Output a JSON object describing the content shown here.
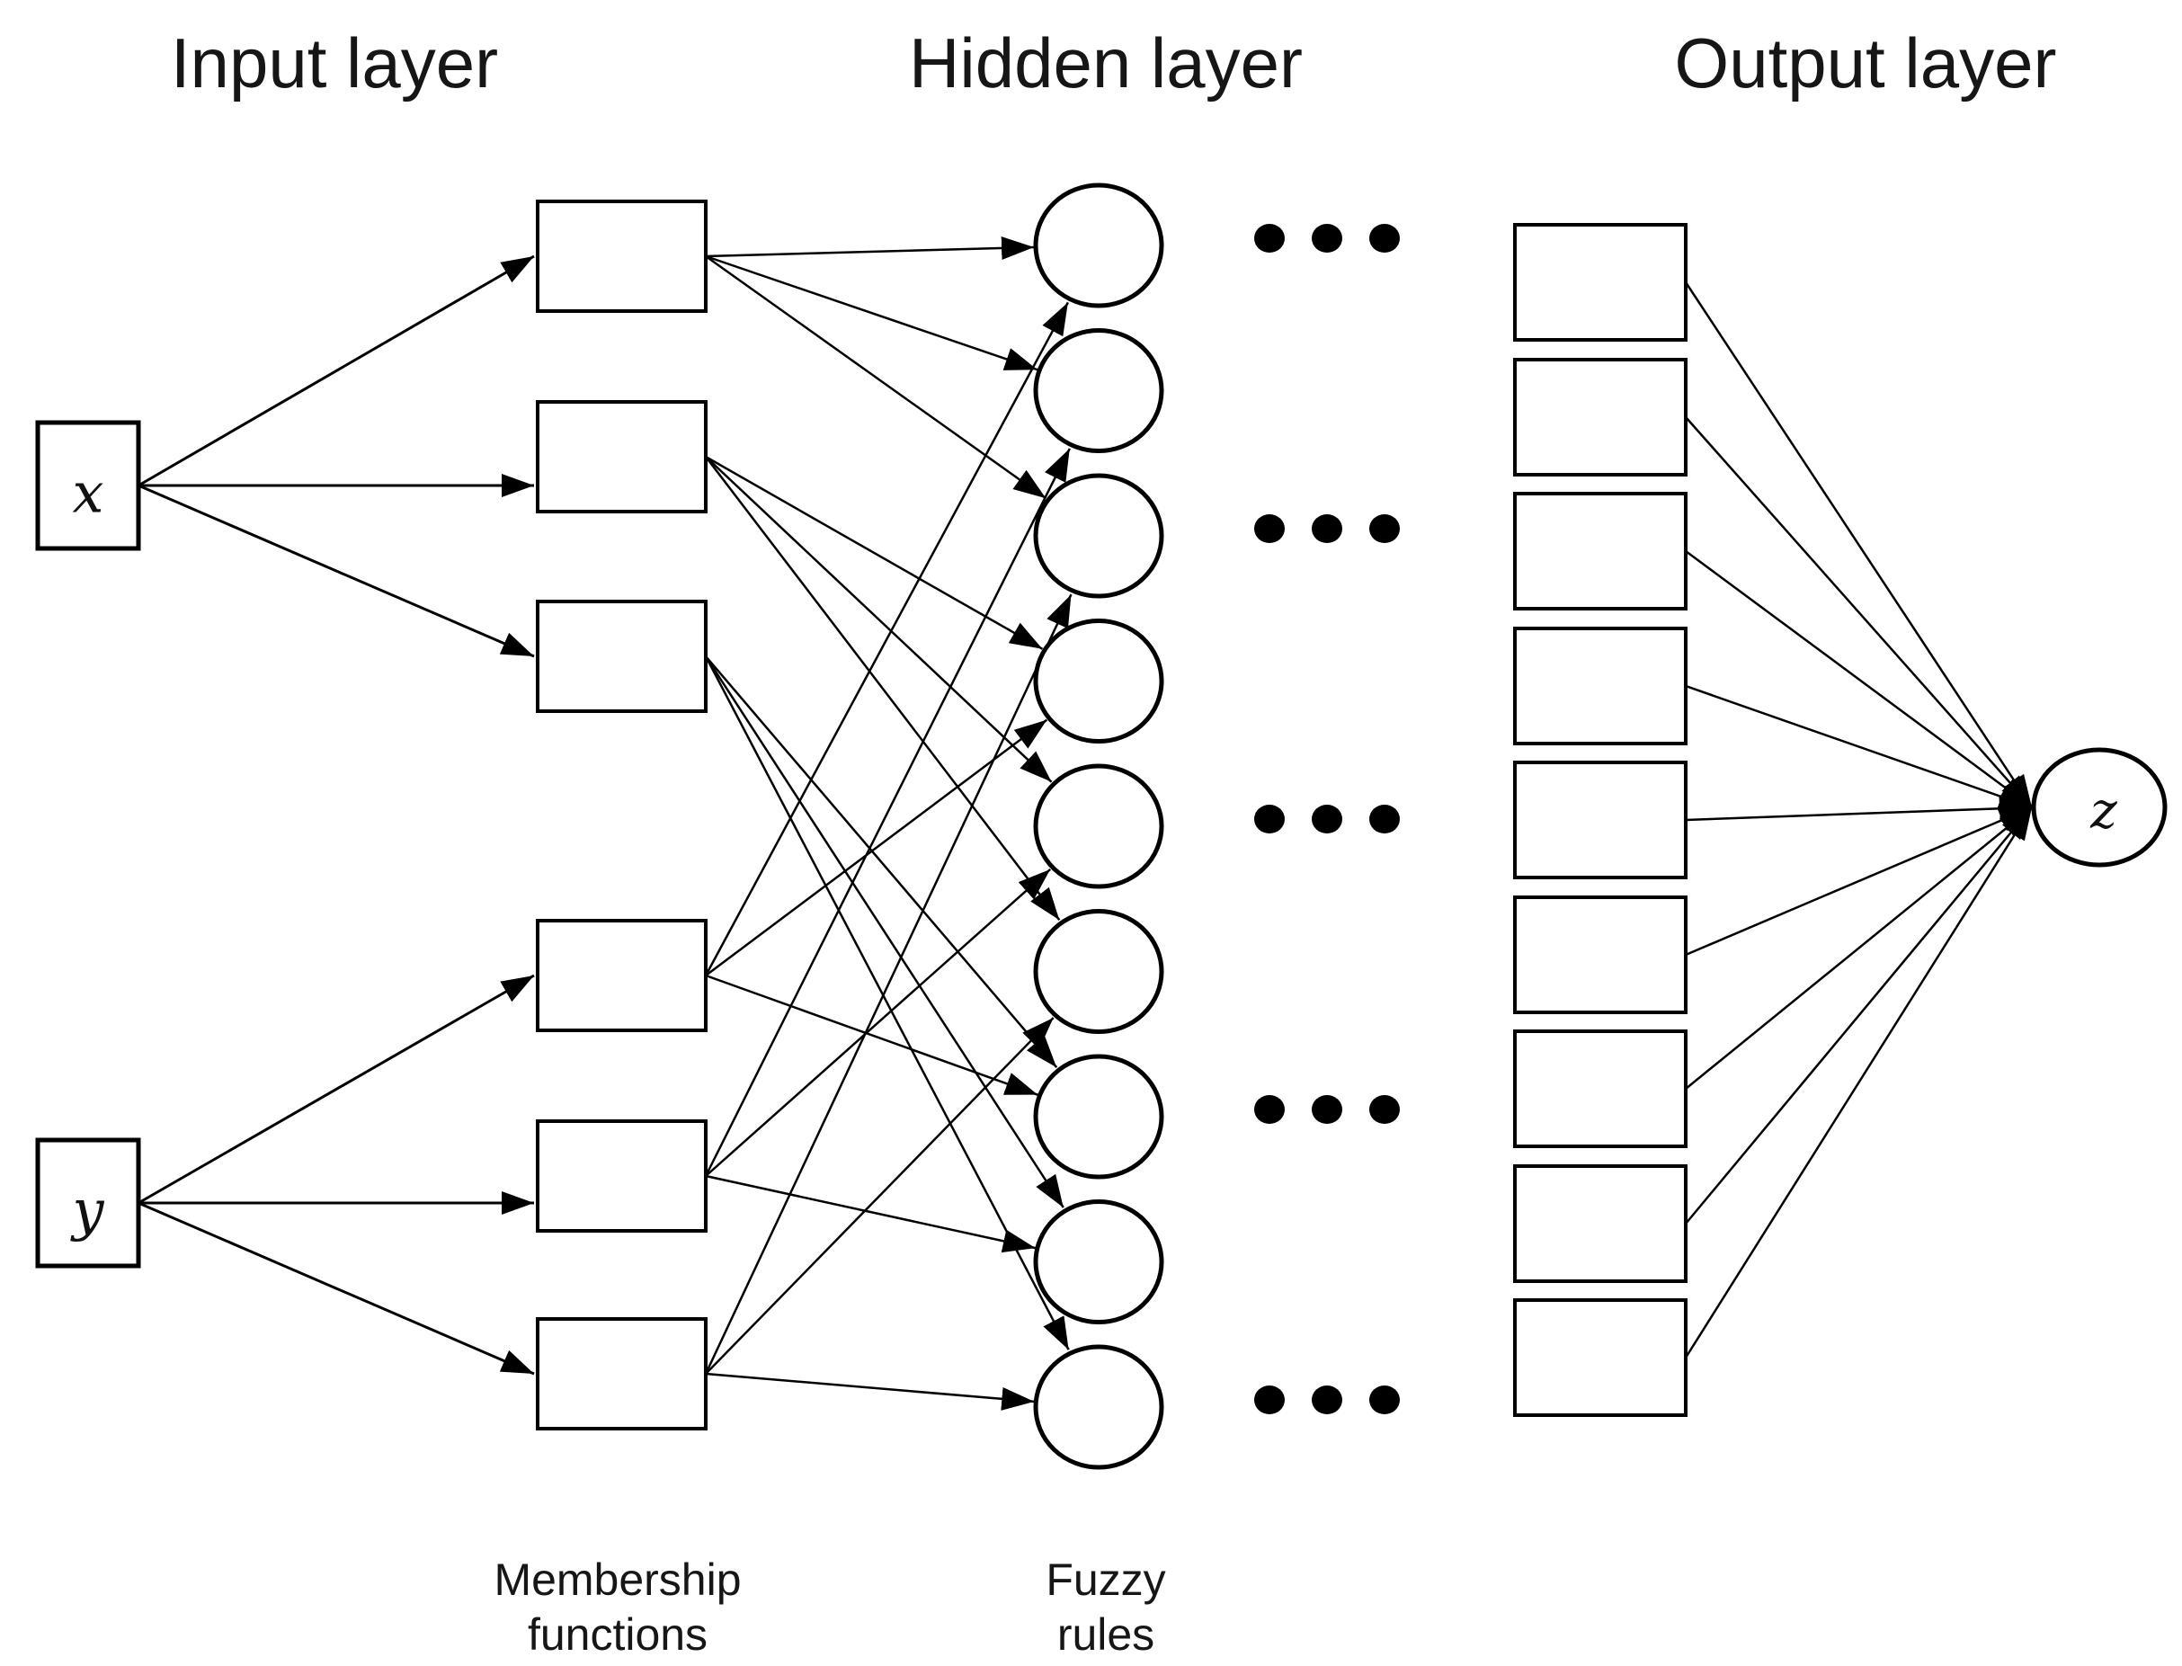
{
  "titles": {
    "input": "Input layer",
    "hidden": "Hidden layer",
    "output": "Output layer"
  },
  "column_labels": {
    "membership": [
      "Membership",
      "functions"
    ],
    "fuzzy": [
      "Fuzzy",
      "rules"
    ]
  },
  "nodes": {
    "inputs": [
      {
        "id": "x",
        "label": "x"
      },
      {
        "id": "y",
        "label": "y"
      }
    ],
    "membership_function_count": 6,
    "fuzzy_rule_count": 9,
    "output_rect_count": 9,
    "output_node": {
      "id": "z",
      "label": "z"
    }
  },
  "edges": {
    "input_to_membership": [
      [
        "x",
        0
      ],
      [
        "x",
        1
      ],
      [
        "x",
        2
      ],
      [
        "y",
        3
      ],
      [
        "y",
        4
      ],
      [
        "y",
        5
      ]
    ],
    "membership_to_rule": [
      [
        0,
        0
      ],
      [
        0,
        1
      ],
      [
        0,
        2
      ],
      [
        1,
        3
      ],
      [
        1,
        4
      ],
      [
        1,
        5
      ],
      [
        2,
        6
      ],
      [
        2,
        7
      ],
      [
        2,
        8
      ],
      [
        3,
        0
      ],
      [
        3,
        3
      ],
      [
        3,
        6
      ],
      [
        4,
        1
      ],
      [
        4,
        4
      ],
      [
        4,
        7
      ],
      [
        5,
        2
      ],
      [
        5,
        5
      ],
      [
        5,
        8
      ]
    ],
    "output_rect_to_z": [
      0,
      1,
      2,
      3,
      4,
      5,
      6,
      7,
      8
    ]
  },
  "dots": {
    "rows": 5,
    "dots_per_row": 3
  },
  "colors": {
    "stroke": "#000000",
    "node_fill": "#ffffff",
    "background": "#ffffff",
    "text": "#161616"
  }
}
